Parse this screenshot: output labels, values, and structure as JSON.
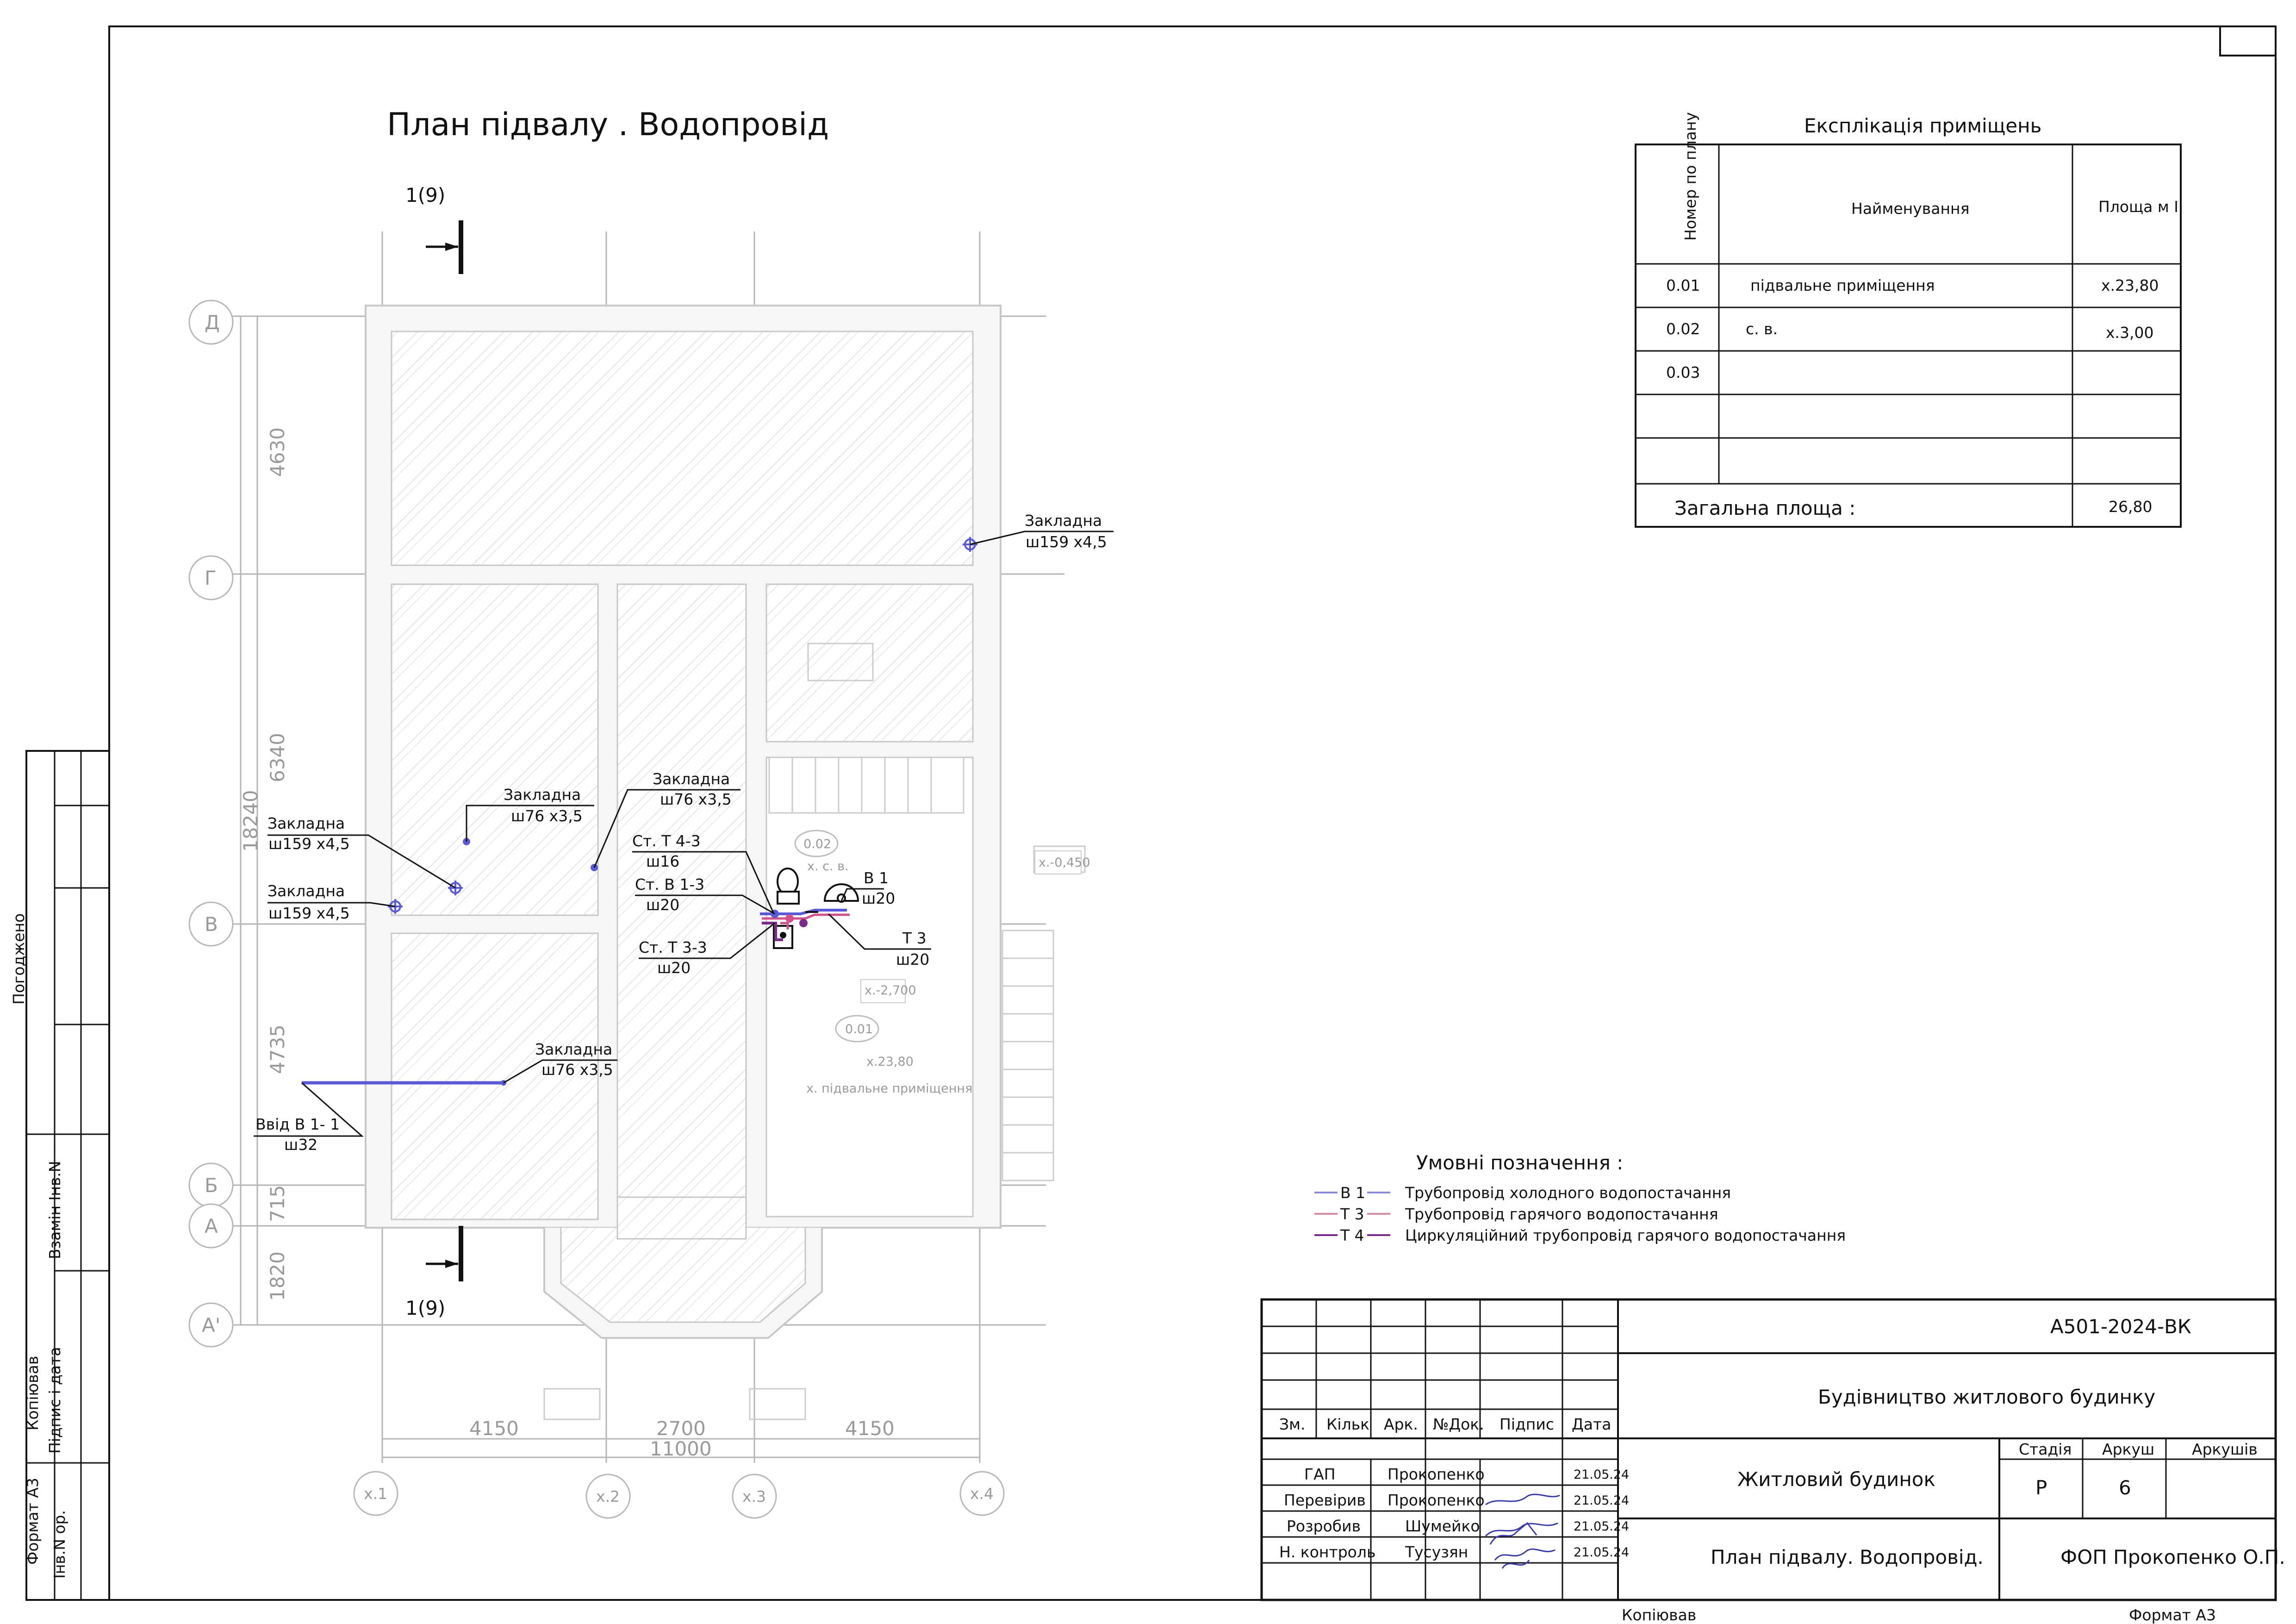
{
  "title": "План   підвалу   . Водопровід",
  "section_marks": {
    "top": "1(9)",
    "bottom": "1(9)"
  },
  "grid_axes": {
    "rows": [
      "Д",
      "Г",
      "В",
      "Б",
      "А",
      "А'"
    ],
    "cols": [
      "х.1",
      "х.2",
      "х.3",
      "х.4"
    ]
  },
  "dimensions": {
    "vertical": [
      "4630",
      "6340",
      "18240",
      "4735",
      "715",
      "1820"
    ],
    "horizontal": [
      "4150",
      "2700",
      "4150"
    ],
    "overall": "11000"
  },
  "annotations": [
    {
      "line1": "Закладна",
      "line2": "ш159  х4,5"
    },
    {
      "line1": "Закладна",
      "line2": "ш76 х3,5"
    },
    {
      "line1": "Закладна",
      "line2": "ш76 х3,5"
    },
    {
      "line1": "Закладна",
      "line2": "ш159  х4,5"
    },
    {
      "line1": "Закладна",
      "line2": "ш159  х4,5"
    },
    {
      "line1": "Закладна",
      "line2": "ш76 х3,5"
    },
    {
      "line1": "Ст. Т 4-3",
      "line2": "ш16"
    },
    {
      "line1": "Ст. В 1-3",
      "line2": "ш20"
    },
    {
      "line1": "Ст. Т 3-3",
      "line2": "ш20"
    },
    {
      "line1": "В 1",
      "line2": "ш20"
    },
    {
      "line1": "Т 3",
      "line2": "ш20"
    },
    {
      "line1": "Ввід   В 1-  1",
      "line2": "ш32"
    }
  ],
  "room_labels": {
    "r002": "0.02",
    "r002_sub": "х. с. в.",
    "r001": "0.01",
    "r001_area": "х.23,80",
    "r001_name": "х. підвальне    приміщення",
    "mark_1": "х.-0,450",
    "mark_2": "х.-2,700"
  },
  "explication": {
    "title": "Експлікація     приміщень",
    "headers": [
      "Номер  по плану",
      "Найменування",
      "Площа м І"
    ],
    "rows": [
      [
        "0.01",
        "підвальне     приміщення",
        "х.23,80"
      ],
      [
        "0.02",
        "с. в.",
        "х.3,00"
      ],
      [
        "0.03",
        "",
        ""
      ],
      [
        "",
        "",
        ""
      ],
      [
        "",
        "",
        ""
      ]
    ],
    "total_label": "Загальна    площа    :",
    "total_value": "26,80"
  },
  "legend": {
    "title": "Умовні    позначення    :",
    "items": [
      {
        "code": "В 1",
        "text": "Трубопровід     холодного    водопостачання",
        "color": "#8a8ad8"
      },
      {
        "code": "Т 3",
        "text": "Трубопровід     гарячого   водопостачання",
        "color": "#d68aa6"
      },
      {
        "code": "Т 4",
        "text": "Циркуляційний       трубопровід     гарячого  водопостачання",
        "color": "#7a2a8a"
      }
    ]
  },
  "title_block": {
    "code": "А501-2024-ВК",
    "project": "Будівництво житлового будинку",
    "object": "Житловий будинок",
    "sheet_name": "План підвалу. Водопровід.",
    "company": "ФОП Прокопенко О.П.",
    "columns": [
      "Зм.",
      "Кільк",
      "Арк.",
      "№Док.",
      "Підпис",
      "Дата"
    ],
    "stage_headers": [
      "Стадія",
      "Аркуш",
      "Аркушів"
    ],
    "stage_values": [
      "Р",
      "6",
      ""
    ],
    "staff": [
      {
        "role": "ГАП",
        "name": "Прокопенко",
        "date": "21.05.24"
      },
      {
        "role": "Перевірив",
        "name": "Прокопенко",
        "date": "21.05.24"
      },
      {
        "role": "Розробив",
        "name": "Шумейко",
        "date": "21.05.24"
      },
      {
        "role": "Н. контроль",
        "name": "Тусузян",
        "date": "21.05.24"
      }
    ]
  },
  "side_stamp": [
    "Погоджено",
    "Взамін Інв.N",
    "Підпис і дата",
    "Інв.N ор.",
    "Копіював",
    "Формат А3"
  ],
  "footer": {
    "copied": "Копіював",
    "format": "Формат А3"
  },
  "colors": {
    "cold": "#5a5ad8",
    "hot": "#d0508a",
    "circ": "#7a2a8a"
  }
}
